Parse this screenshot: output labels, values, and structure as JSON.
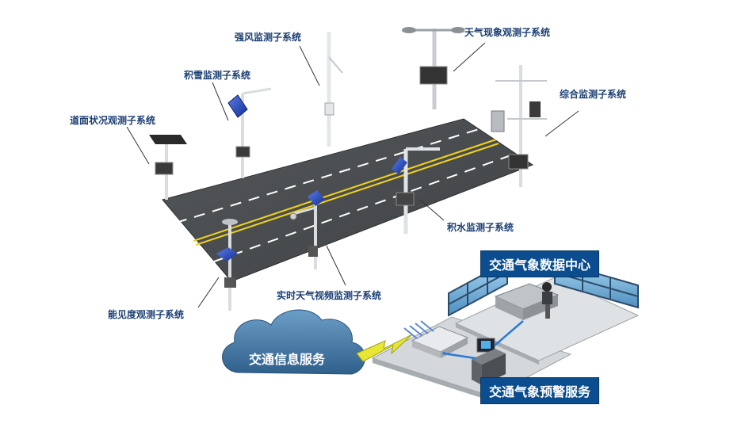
{
  "labels": {
    "wind": "强风监测子系统",
    "weather": "天气现象观测子系统",
    "snow": "积雪监测子系统",
    "comprehensive": "综合监测子系统",
    "road_surface": "道面状况观测子系统",
    "water": "积水监测子系统",
    "video": "实时天气视频监测子系统",
    "visibility": "能见度观测子系统",
    "data_center": "交通气象数据中心",
    "warning": "交通气象预警服务",
    "info_service": "交通信息服务"
  },
  "colors": {
    "road": "#4a4d50",
    "center_line": "#f2d21b",
    "solar_panel": "#1d3fb5",
    "box_label_bg": "#0b4d8f",
    "cloud": "#3d6f9a",
    "lightning": "#e8e632"
  }
}
